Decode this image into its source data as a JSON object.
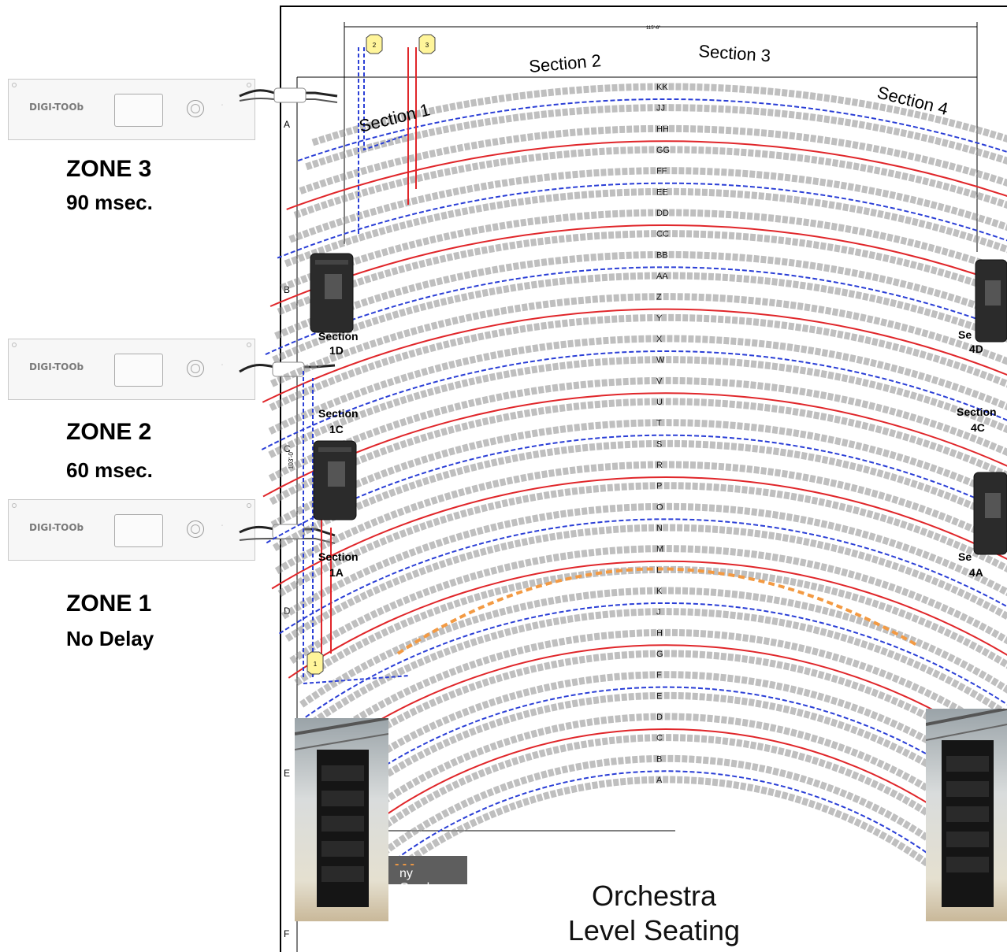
{
  "zones": [
    {
      "title": "ZONE 3",
      "delay": "90 msec."
    },
    {
      "title": "ZONE 2",
      "delay": "60 msec."
    },
    {
      "title": "ZONE 1",
      "delay": "No Delay"
    }
  ],
  "rack_logo": "DIGI-TOOb",
  "plan": {
    "dimension_top": "115'-6\"",
    "dimension_side": "103'-0\"",
    "grid_letters": [
      "A",
      "B",
      "C",
      "D",
      "E",
      "F"
    ],
    "markers": [
      "2",
      "3",
      "1"
    ],
    "sections": [
      "Section 1",
      "Section 2",
      "Section 3",
      "Section 4"
    ],
    "sub_sections": {
      "s1d": [
        "Section",
        "1D"
      ],
      "s1c": [
        "Section",
        "1C"
      ],
      "s1a": [
        "Section",
        "1A"
      ],
      "s4d": [
        "Se",
        "4D"
      ],
      "s4c": [
        "Section",
        "4C"
      ],
      "s4a": [
        "Se",
        "4A"
      ]
    },
    "rows_back": [
      "KK",
      "JJ",
      "HH",
      "GG",
      "FF",
      "EE",
      "DD",
      "CC",
      "BB",
      "AA"
    ],
    "rows_front": [
      "Z",
      "Y",
      "X",
      "W",
      "V",
      "U",
      "T",
      "S",
      "R",
      "P",
      "O",
      "N",
      "M",
      "L",
      "K",
      "J",
      "H",
      "G",
      "F",
      "E",
      "D",
      "C",
      "B",
      "A"
    ],
    "overhang_label": "ny Overhang",
    "caption_line1": "Orchestra",
    "caption_line2": "Level Seating"
  },
  "colors": {
    "blue_route": "#2b3fd6",
    "red_route": "#e0262a",
    "overhang": "#f39a43"
  }
}
